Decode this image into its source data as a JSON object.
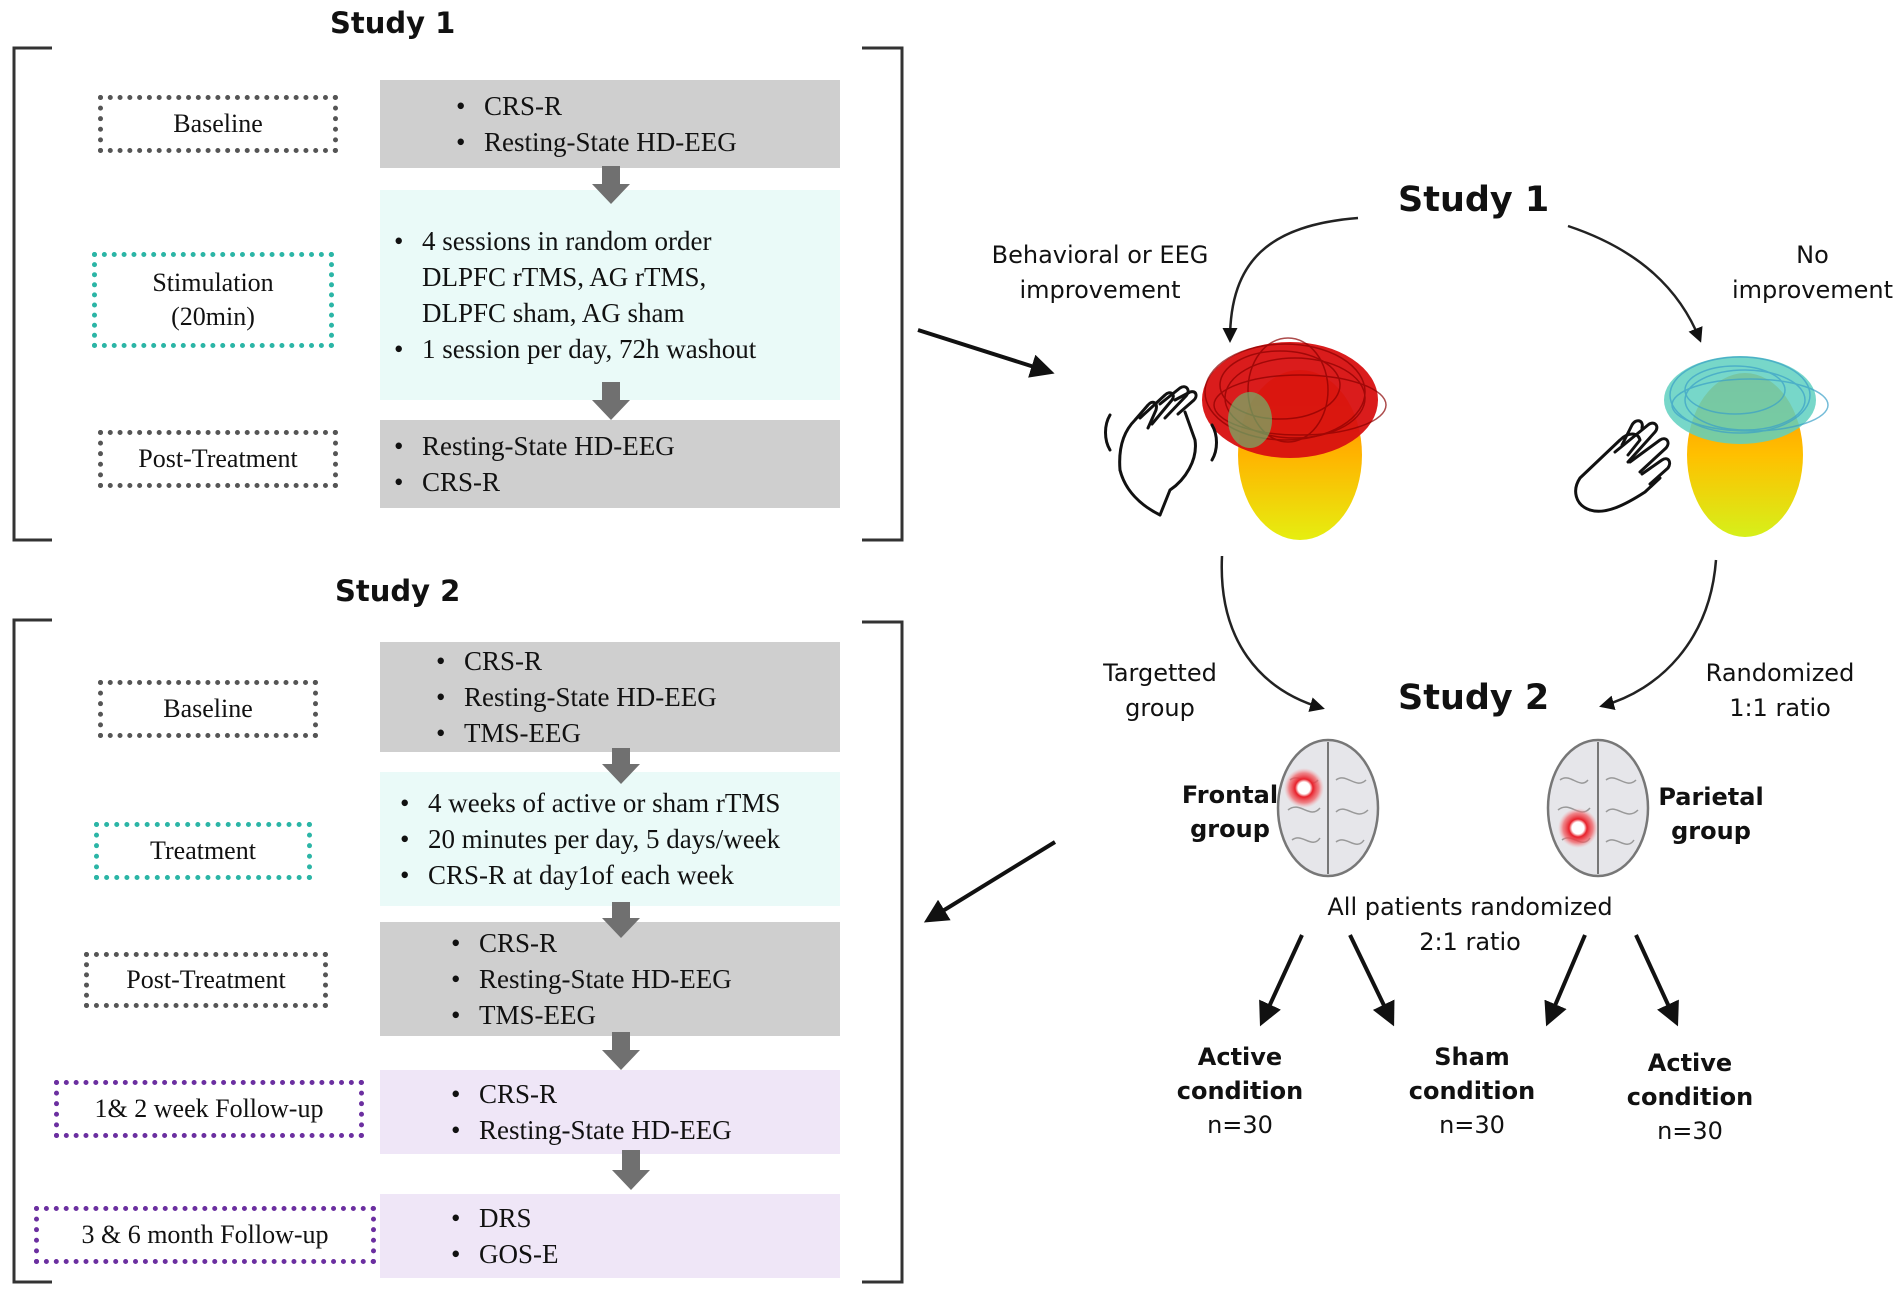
{
  "left": {
    "study1": {
      "title": "Study 1",
      "phases": [
        {
          "label": "Baseline",
          "items": [
            "CRS-R",
            "Resting-State HD-EEG"
          ]
        },
        {
          "label_lines": [
            "Stimulation",
            "(20min)"
          ],
          "items": [
            "4 sessions in random order",
            "DLPFC rTMS, AG rTMS,",
            "DLPFC sham, AG sham",
            "1 session per day, 72h washout"
          ]
        },
        {
          "label": "Post-Treatment",
          "items": [
            "Resting-State HD-EEG",
            "CRS-R"
          ]
        }
      ]
    },
    "study2": {
      "title": "Study 2",
      "phases": [
        {
          "label": "Baseline",
          "items": [
            "CRS-R",
            "Resting-State HD-EEG",
            "TMS-EEG"
          ]
        },
        {
          "label": "Treatment",
          "items": [
            "4 weeks of active or sham rTMS",
            "20 minutes per day, 5 days/week",
            "CRS-R at day1of each week"
          ]
        },
        {
          "label": "Post-Treatment",
          "items": [
            "CRS-R",
            "Resting-State HD-EEG",
            "TMS-EEG"
          ]
        },
        {
          "label": "1& 2 week Follow-up",
          "items": [
            "CRS-R",
            "Resting-State HD-EEG"
          ]
        },
        {
          "label": "3 & 6 month Follow-up",
          "items": [
            "DRS",
            "GOS-E"
          ]
        }
      ]
    }
  },
  "right": {
    "study1_title": "Study 1",
    "study2_title": "Study 2",
    "improvement_lines": [
      "Behavioral or EEG",
      "improvement"
    ],
    "no_improvement_lines": [
      "No",
      "improvement"
    ],
    "targeted_lines": [
      "Targetted",
      "group"
    ],
    "randomized_lines": [
      "Randomized",
      "1:1 ratio"
    ],
    "frontal_lines": [
      "Frontal",
      "group"
    ],
    "parietal_lines": [
      "Parietal",
      "group"
    ],
    "all_randomized_lines": [
      "All patients randomized",
      "2:1 ratio"
    ],
    "outcomes": [
      {
        "lines": [
          "Active",
          "condition"
        ],
        "n": "n=30"
      },
      {
        "lines": [
          "Sham",
          "condition"
        ],
        "n": "n=30"
      },
      {
        "lines": [
          "Active",
          "condition"
        ],
        "n": "n=30"
      }
    ]
  },
  "colors": {
    "gray_panel": "#cfcfcf",
    "teal_panel": "#eafaf8",
    "lavender_panel": "#efe6f7",
    "gray_border": "#555555",
    "teal_border": "#2bb5a6",
    "purple_border": "#6b2fa0",
    "arrow_gray": "#707070",
    "stim_red": "#e8202a"
  }
}
